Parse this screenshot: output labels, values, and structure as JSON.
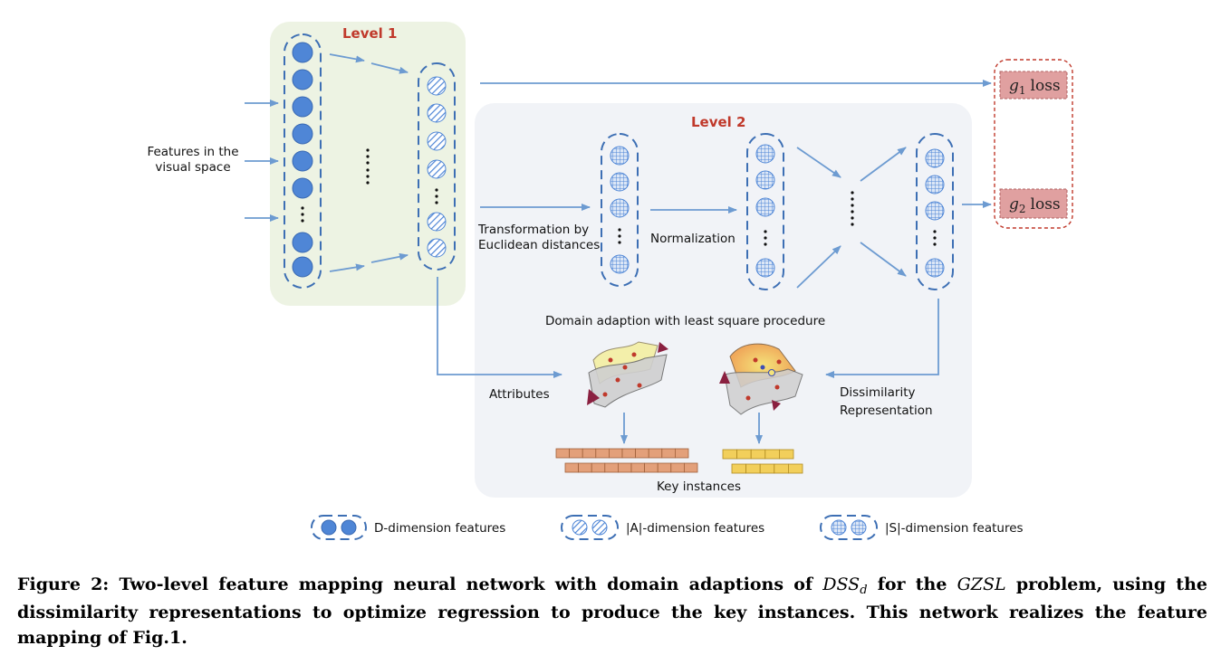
{
  "level1": {
    "label": "Level 1"
  },
  "level2": {
    "label": "Level 2"
  },
  "input_label": [
    "Features in the",
    "visual space"
  ],
  "transform_label": [
    "Transformation by",
    "Euclidean distances"
  ],
  "normalization_label": "Normalization",
  "domain_label": "Domain adaption with least square procedure",
  "attributes_label": "Attributes",
  "dissimilarity_label": [
    "Dissimilarity",
    "Representation"
  ],
  "key_instances_label": "Key instances",
  "losses": [
    {
      "name": "g",
      "sub": "1",
      "suffix": "loss"
    },
    {
      "name": "g",
      "sub": "2",
      "suffix": "loss"
    }
  ],
  "legend": [
    {
      "label": "D-dimension features"
    },
    {
      "label": "|A|-dimension features"
    },
    {
      "label": "|S|-dimension features"
    }
  ],
  "caption": {
    "part1": "Figure 2: Two-level feature mapping neural network with domain adaptions of ",
    "dss": "DSS",
    "dss_sub": "d",
    "part2": " for the ",
    "gzsl": "GZSL",
    "part3": " problem, using the dissimilarity representations to optimize regression to produce the key instances. This network realizes the feature mapping of Fig.1."
  },
  "colors": {
    "accent_blue": "#6d9bd1",
    "node_blue": "#4f86d6",
    "level1_bg": "#edf3e3",
    "level2_bg": "#f1f3f7",
    "level_text": "#c0392b",
    "loss_box": "#e0a0a0",
    "bar_orange": "#e3a07a",
    "bar_yellow": "#f2cf5b"
  }
}
